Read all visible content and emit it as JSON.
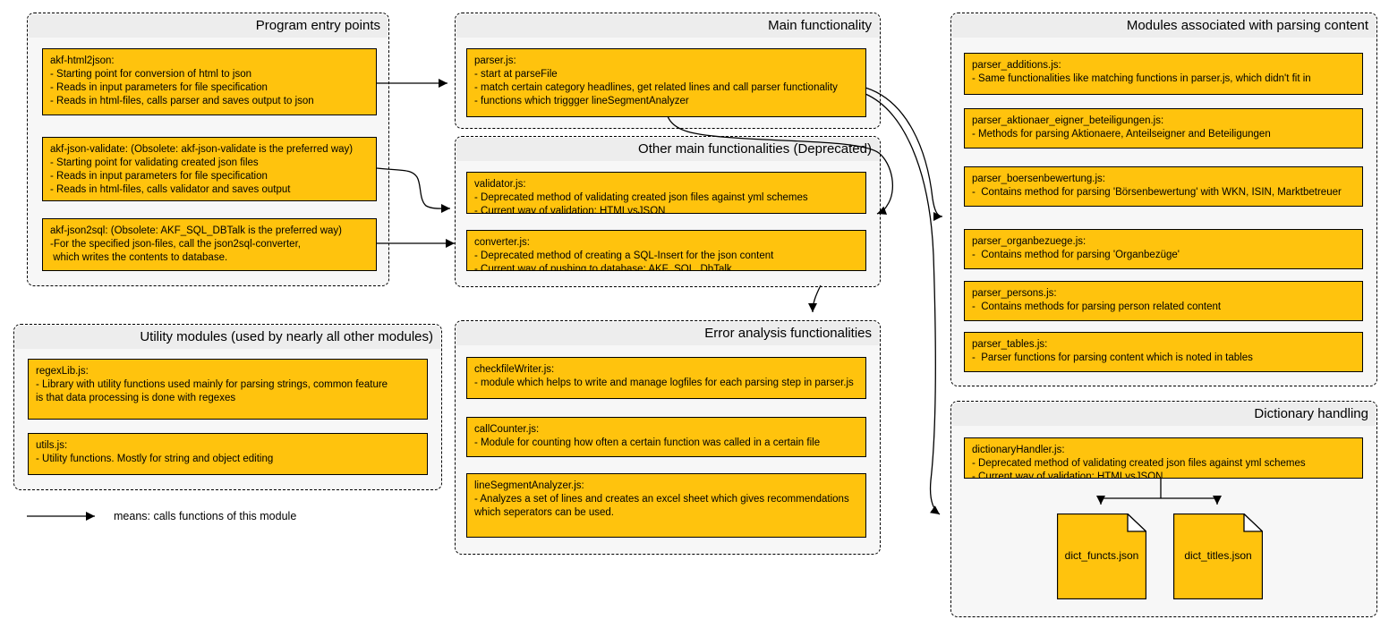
{
  "legend": {
    "label": "means: calls functions of this module"
  },
  "colors": {
    "module_fill": "#FFC30D",
    "container_fill": "#F7F7F7",
    "title_bar_fill": "#EDEDED",
    "border": "#000000"
  },
  "groups": {
    "entry": {
      "title": "Program entry points",
      "modules": {
        "html2json": {
          "title": "akf-html2json:",
          "lines": [
            "- Starting point for conversion of html to json",
            "- Reads in input parameters for file specification",
            "- Reads in html-files, calls parser and saves output to json"
          ]
        },
        "json_validate": {
          "title": "akf-json-validate: (Obsolete: akf-json-validate is the preferred way)",
          "lines": [
            "- Starting point for validating created json files",
            "- Reads in input parameters for file specification",
            "- Reads in html-files, calls validator and saves output"
          ]
        },
        "json2sql": {
          "title": "akf-json2sql: (Obsolete: AKF_SQL_DBTalk is the preferred way)",
          "lines": [
            "-For the specified json-files, call the json2sql-converter,",
            " which writes the contents to database."
          ]
        }
      }
    },
    "main": {
      "title": "Main functionality",
      "modules": {
        "parser": {
          "title": "parser.js:",
          "lines": [
            "- start at parseFile",
            "- match certain category headlines, get related lines and call parser functionality",
            "- functions which triggger lineSegmentAnalyzer"
          ]
        }
      }
    },
    "other": {
      "title": "Other main functionalities (Deprecated)",
      "modules": {
        "validator": {
          "title": "validator.js:",
          "lines": [
            "- Deprecated method of validating created json files against yml schemes",
            "- Current way of validation: HTMLvsJSON"
          ]
        },
        "converter": {
          "title": "converter.js:",
          "lines": [
            "- Deprecated method of creating a SQL-Insert for the json content",
            "- Current way of pushing to database: AKF_SQL_DbTalk"
          ]
        }
      }
    },
    "error": {
      "title": "Error analysis functionalities",
      "modules": {
        "checkfile_writer": {
          "title": "checkfileWriter.js:",
          "lines": [
            "- module which helps to write and manage logfiles for each parsing step in parser.js"
          ]
        },
        "call_counter": {
          "title": "callCounter.js:",
          "lines": [
            "- Module for counting how often a certain function was called in a certain file"
          ]
        },
        "line_segment_analyzer": {
          "title": "lineSegmentAnalyzer.js:",
          "lines": [
            "- Analyzes a set of lines and creates an excel sheet which gives recommendations",
            "which seperators can be used."
          ]
        }
      }
    },
    "utility": {
      "title": "Utility modules (used by nearly all other modules)",
      "modules": {
        "regex_lib": {
          "title": "regexLib.js:",
          "lines": [
            "- Library with utility functions used mainly for parsing strings, common feature",
            "is that data processing is done with regexes"
          ]
        },
        "utils": {
          "title": "utils.js:",
          "lines": [
            "- Utility functions. Mostly for string and object editing"
          ]
        }
      }
    },
    "parsing": {
      "title": "Modules associated with parsing content",
      "modules": {
        "additions": {
          "title": "parser_additions.js:",
          "lines": [
            "- Same functionalities like matching functions in parser.js, which didn't fit in"
          ]
        },
        "aktionaer": {
          "title": "parser_aktionaer_eigner_beteiligungen.js:",
          "lines": [
            "- Methods for parsing Aktionaere, Anteilseigner and Beteiligungen"
          ]
        },
        "boersenbewertung": {
          "title": "parser_boersenbewertung.js:",
          "lines": [
            "-  Contains method for parsing 'Börsenbewertung' with WKN, ISIN, Marktbetreuer"
          ]
        },
        "organbezuege": {
          "title": "parser_organbezuege.js:",
          "lines": [
            "-  Contains method for parsing 'Organbezüge'"
          ]
        },
        "persons": {
          "title": "parser_persons.js:",
          "lines": [
            "-  Contains methods for parsing person related content"
          ]
        },
        "tables": {
          "title": "parser_tables.js:",
          "lines": [
            "-  Parser functions for parsing content which is noted in tables"
          ]
        }
      }
    },
    "dictionary": {
      "title": "Dictionary handling",
      "modules": {
        "handler": {
          "title": "dictionaryHandler.js:",
          "lines": [
            "- Deprecated method of validating created json files against yml schemes",
            "- Current way of validation: HTMLvsJSON"
          ]
        }
      },
      "files": {
        "functs": {
          "label": "dict_functs.json"
        },
        "titles": {
          "label": "dict_titles.json"
        }
      }
    }
  }
}
